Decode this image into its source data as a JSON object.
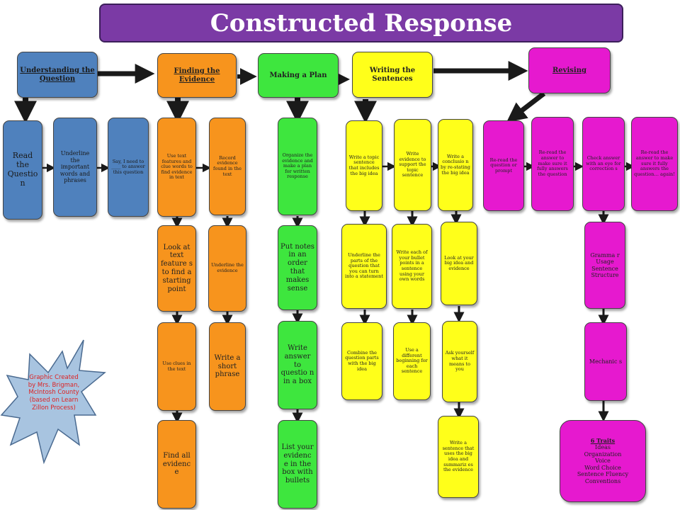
{
  "title": "Constructed Response",
  "headers": {
    "understanding": "Understanding the Question",
    "finding": "Finding the Evidence",
    "plan": "Making a Plan",
    "writing": "Writing the Sentences",
    "revising": "Revising"
  },
  "understanding_steps": {
    "read": "Read the Questio n",
    "underline": "Underline the important words and phrases",
    "say": "Say, I need to ____ to answer this question"
  },
  "finding_steps": {
    "use_text": "Use text features and clue words to find evidence in text",
    "look_at": "Look at text feature s to find a starting point",
    "use_clues": "Use clues in the text",
    "find_all": "Find all evidenc e",
    "record": "Record evidence found in the text",
    "underline_evidence": "Underline the evidence",
    "write_short": "Write a short phrase"
  },
  "plan_steps": {
    "organize": "Organize the evidence and make a plan for written response",
    "put_notes": "Put notes in an order that makes sense",
    "write_answer": "Write answer to questio n in a box",
    "list": "List your evidenc e in the box with bullets"
  },
  "writing_steps": {
    "topic": "Write a topic sentence that includes the big idea",
    "underline_parts": "Underline the parts of the question that you can turn into a statement",
    "combine": "Combine the question parts with the big idea",
    "evidence": "Write evidence to support the topic sentence",
    "each_bullet": "Write each of your bullet points in a sentence using your own words",
    "different": "Use a different beginning for each sentence",
    "conclusion": "Write a conclusio n by re-stating the big idea",
    "look_big": "Look at your big idea and evidence",
    "ask": "Ask yourself what it means to you",
    "sentence_uses": "Write a sentence that uses the big idea and summariz es the evidence"
  },
  "revising_steps": {
    "reread_question": "Re-read the question or prompt",
    "reread_answer": "Re-read the answer to make sure it fully answers the question",
    "check": "Check answer with an eye for correction s",
    "grammar": "Gramma r Usage Sentence Structure",
    "mechanics": "Mechanic s",
    "traits_title": "6 Traits",
    "traits": [
      "Ideas",
      "Organization",
      "Voice",
      "Word Choice",
      "Sentence Fluency",
      "Conventions"
    ],
    "reread_again": "Re-read the answer to make sure it fully answers the question… again!"
  },
  "credit": "Graphic Created by Mrs. Brigman, McIntosh County (based on Learn Zillon Process)",
  "colors": {
    "title": "#7b3aa5",
    "blue": "#4f81bd",
    "orange": "#f7941d",
    "green": "#3ee63e",
    "yellow": "#ffff1a",
    "magenta": "#e619cf",
    "arrow": "#1a1a1a",
    "star": "#a8c4e0"
  }
}
